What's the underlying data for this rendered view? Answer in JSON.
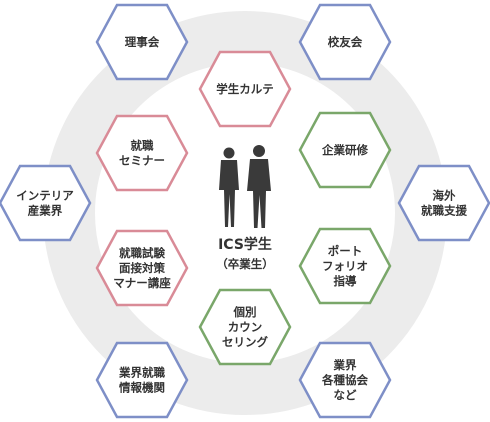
{
  "center": {
    "title": "ICS学生",
    "subtitle": "（卒業生）",
    "icon": "students-silhouette-icon"
  },
  "colors": {
    "outer": "#7e8fc7",
    "inner_red": "#d98b97",
    "inner_green": "#7aa76a",
    "ring": "#ececec",
    "text": "#333333",
    "figure": "#3a3a3a"
  },
  "nodes": [
    {
      "id": "rijikai",
      "group": "outer",
      "lines": [
        "理事会"
      ]
    },
    {
      "id": "koyukai",
      "group": "outer",
      "lines": [
        "校友会"
      ]
    },
    {
      "id": "interior-sangyokai",
      "group": "outer",
      "lines": [
        "インテリア",
        "産業界"
      ]
    },
    {
      "id": "kaigai-shushoku-shien",
      "group": "outer",
      "lines": [
        "海外",
        "就職支援"
      ]
    },
    {
      "id": "gyokai-shushoku-joho-kikan",
      "group": "outer",
      "lines": [
        "業界就職",
        "情報機関"
      ]
    },
    {
      "id": "gyokai-kakushu-kyokai",
      "group": "outer",
      "lines": [
        "業界",
        "各種協会",
        "など"
      ]
    },
    {
      "id": "gakusei-karute",
      "group": "inner_red",
      "lines": [
        "学生カルテ"
      ]
    },
    {
      "id": "shushoku-seminar",
      "group": "inner_red",
      "lines": [
        "就職",
        "セミナー"
      ]
    },
    {
      "id": "shushoku-shiken-taisaku",
      "group": "inner_red",
      "lines": [
        "就職試験",
        "面接対策",
        "マナー講座"
      ]
    },
    {
      "id": "kigyo-kenshu",
      "group": "inner_green",
      "lines": [
        "企業研修"
      ]
    },
    {
      "id": "portfolio-shido",
      "group": "inner_green",
      "lines": [
        "ポート",
        "フォリオ",
        "指導"
      ]
    },
    {
      "id": "kobetsu-counseling",
      "group": "inner_green",
      "lines": [
        "個別",
        "カウン",
        "セリング"
      ]
    }
  ]
}
